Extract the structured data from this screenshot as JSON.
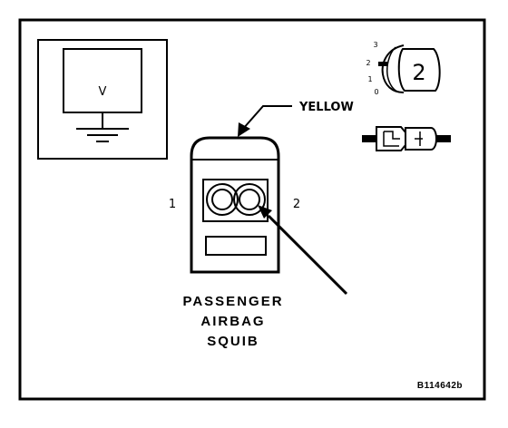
{
  "voltmeter": {
    "symbol": "V"
  },
  "wire_color_callout": "YELLOW",
  "terminals": {
    "left": "1",
    "right": "2"
  },
  "component_label": [
    "PASSENGER",
    "AIRBAG",
    "SQUIB"
  ],
  "ignition_key": {
    "positions": [
      "3",
      "2",
      "1",
      "0"
    ],
    "selected": "2"
  },
  "figure_code": "B114642b"
}
